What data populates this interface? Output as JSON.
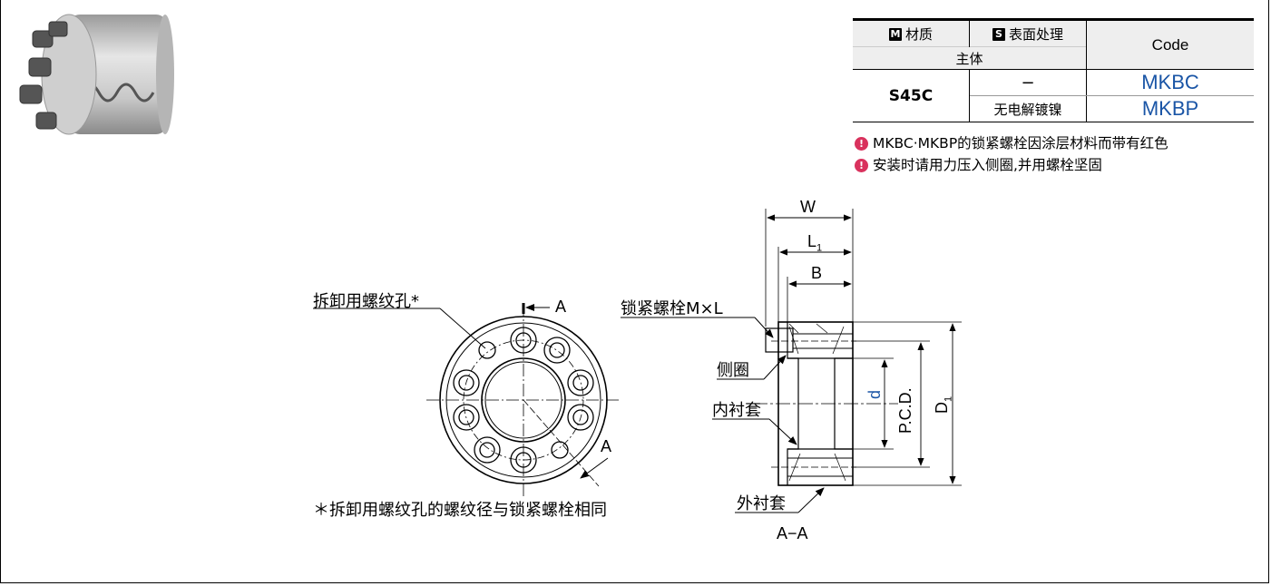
{
  "table": {
    "material_label": "材质",
    "material_badge": "M",
    "treatment_label": "表面处理",
    "treatment_badge": "S",
    "body_label": "主体",
    "code_header": "Code",
    "material_value": "S45C",
    "rows": [
      {
        "treatment": "−",
        "code": "MKBC"
      },
      {
        "treatment": "无电解镀镍",
        "code": "MKBP"
      }
    ]
  },
  "notes": [
    "MKBC·MKBP的锁紧螺栓因涂层材料而带有红色",
    "安装时请用力压入侧圈,并用螺栓坚固"
  ],
  "note_icon": "exclamation-icon",
  "note_icon_color": "#d9325d",
  "code_color": "#1a55a6",
  "front_view": {
    "removal_hole_label": "拆卸用螺纹孔*",
    "section_marker_top": "A",
    "section_marker_bottom": "A",
    "footnote": "＊拆卸用螺纹孔的螺纹径与锁紧螺栓相同"
  },
  "section_view": {
    "bolt_label": "锁紧螺栓M×L",
    "side_ring_label": "侧圈",
    "inner_sleeve_label": "内衬套",
    "outer_sleeve_label": "外衬套",
    "section_title": "A−A",
    "dim_W": "W",
    "dim_L1": "L",
    "dim_L1_sub": "1",
    "dim_B": "B",
    "dim_d": "d",
    "dim_pcd": "P.C.D.",
    "dim_D1": "D",
    "dim_D1_sub": "1"
  }
}
